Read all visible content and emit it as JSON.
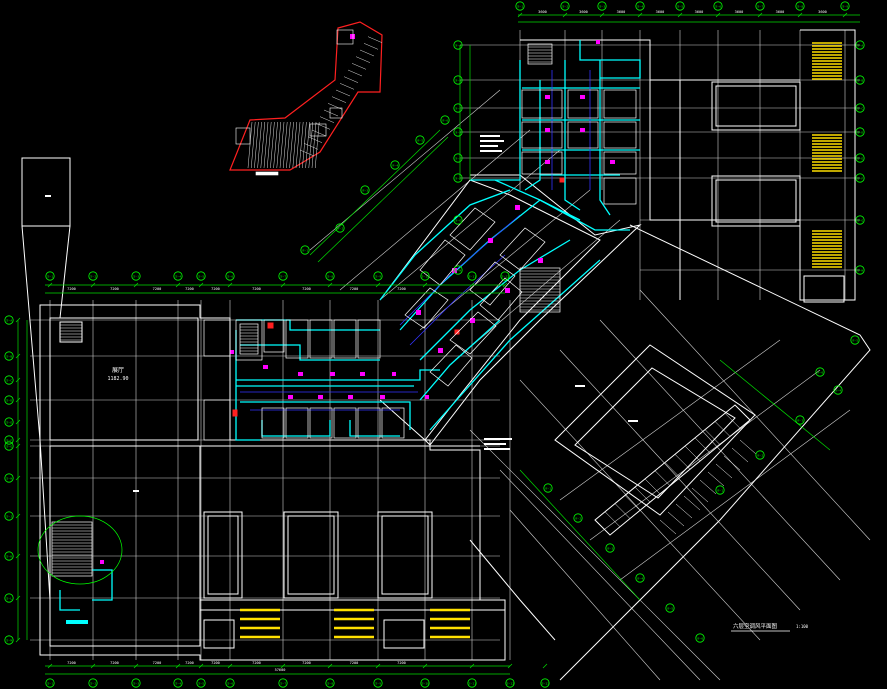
{
  "drawing": {
    "background": "#000000",
    "colors": {
      "wall": "#ffffff",
      "grid": "#d8d8d8",
      "dim": "#00ff00",
      "duct": "#00ffff",
      "pipe": "#2222ff",
      "equipment": "#ff00ff",
      "fire": "#ff2020",
      "hatch": "#ffe000",
      "text": "#ffffff",
      "bubble": "#00ff00"
    },
    "room_labels": {
      "hall_name": "展厅",
      "hall_area": "1182.90"
    },
    "caption": "六层空调风平面图",
    "caption_scale": "1:100",
    "top_dims": [
      "3600",
      "3600",
      "3600",
      "3600",
      "3600",
      "3600",
      "3600",
      "3600",
      "3600",
      "3600"
    ],
    "left_block_top_dims": [
      "7200",
      "7200",
      "7200",
      "7200",
      "7200",
      "7200",
      "7200",
      "7200",
      "7200"
    ],
    "bottom_dims": [
      "7200",
      "7200",
      "7200",
      "7200",
      "7200",
      "7200",
      "7200",
      "7200",
      "7200"
    ],
    "bottom_total": "57600",
    "left_grid_labels": [
      "①-A",
      "①-B",
      "①-C",
      "①-D",
      "①-E",
      "①-F",
      "①-G",
      "①-H",
      "①-J",
      "①-K",
      "①-L",
      "①-M"
    ],
    "top_grid_labels": [
      "①-1",
      "①-2",
      "①-3",
      "①-4",
      "①-5",
      "①-6",
      "①-7",
      "①-8",
      "①-9",
      "①-10",
      "①-11",
      "①-12"
    ],
    "bottom_grid_labels": [
      "①-1",
      "①-2",
      "①-3",
      "①-4",
      "①-5",
      "①-6",
      "①-7",
      "①-8",
      "①-9",
      "①-10",
      "①-11",
      "①-12",
      "①-13"
    ],
    "right_grid_labels": [
      "②-1",
      "②-2",
      "②-3",
      "②-4",
      "②-5",
      "②-6",
      "②-7",
      "②-8",
      "②-9"
    ],
    "tower_grid_labels": [
      "③-A",
      "③-B",
      "③-C",
      "③-D",
      "③-E",
      "③-F",
      "③-G",
      "③-H"
    ],
    "diag_grid_labels": [
      "④-1",
      "④-2",
      "④-3",
      "④-4",
      "④-5",
      "④-6"
    ]
  }
}
